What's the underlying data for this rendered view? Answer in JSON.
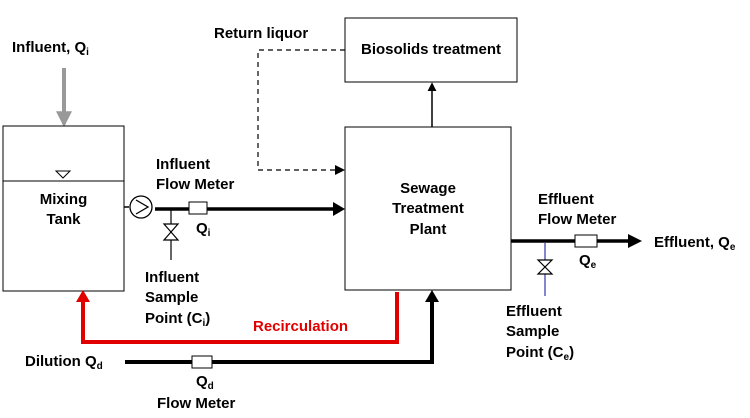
{
  "influent": {
    "label": "Influent, Q",
    "sub": "i"
  },
  "return_liquor": "Return liquor",
  "biosolids": "Biosolids treatment",
  "mixing_tank": {
    "line1": "Mixing",
    "line2": "Tank"
  },
  "sewage_plant": {
    "line1": "Sewage",
    "line2": "Treatment",
    "line3": "Plant"
  },
  "influent_meter": {
    "line1": "Influent",
    "line2": "Flow Meter",
    "q": "Q",
    "q_sub": "i"
  },
  "influent_sample": {
    "line1": "Influent",
    "line2": "Sample",
    "line3": "Point (C",
    "sub": "i",
    "close": ")"
  },
  "effluent_meter": {
    "line1": "Effluent",
    "line2": "Flow Meter",
    "q": "Q",
    "q_sub": "e"
  },
  "effluent": {
    "label": "Effluent, Q",
    "sub": "e"
  },
  "effluent_sample": {
    "line1": "Effluent",
    "line2": "Sample",
    "line3": "Point (C",
    "sub": "e",
    "close": ")"
  },
  "recirculation": "Recirculation",
  "dilution": {
    "label": "Dilution Q",
    "sub": "d"
  },
  "dilution_meter": {
    "q": "Q",
    "q_sub": "d",
    "label": "Flow Meter"
  },
  "colors": {
    "recirculation": "#e00000",
    "effluent_sample_pipe": "#3333aa",
    "influent_arrow": "#999999"
  }
}
